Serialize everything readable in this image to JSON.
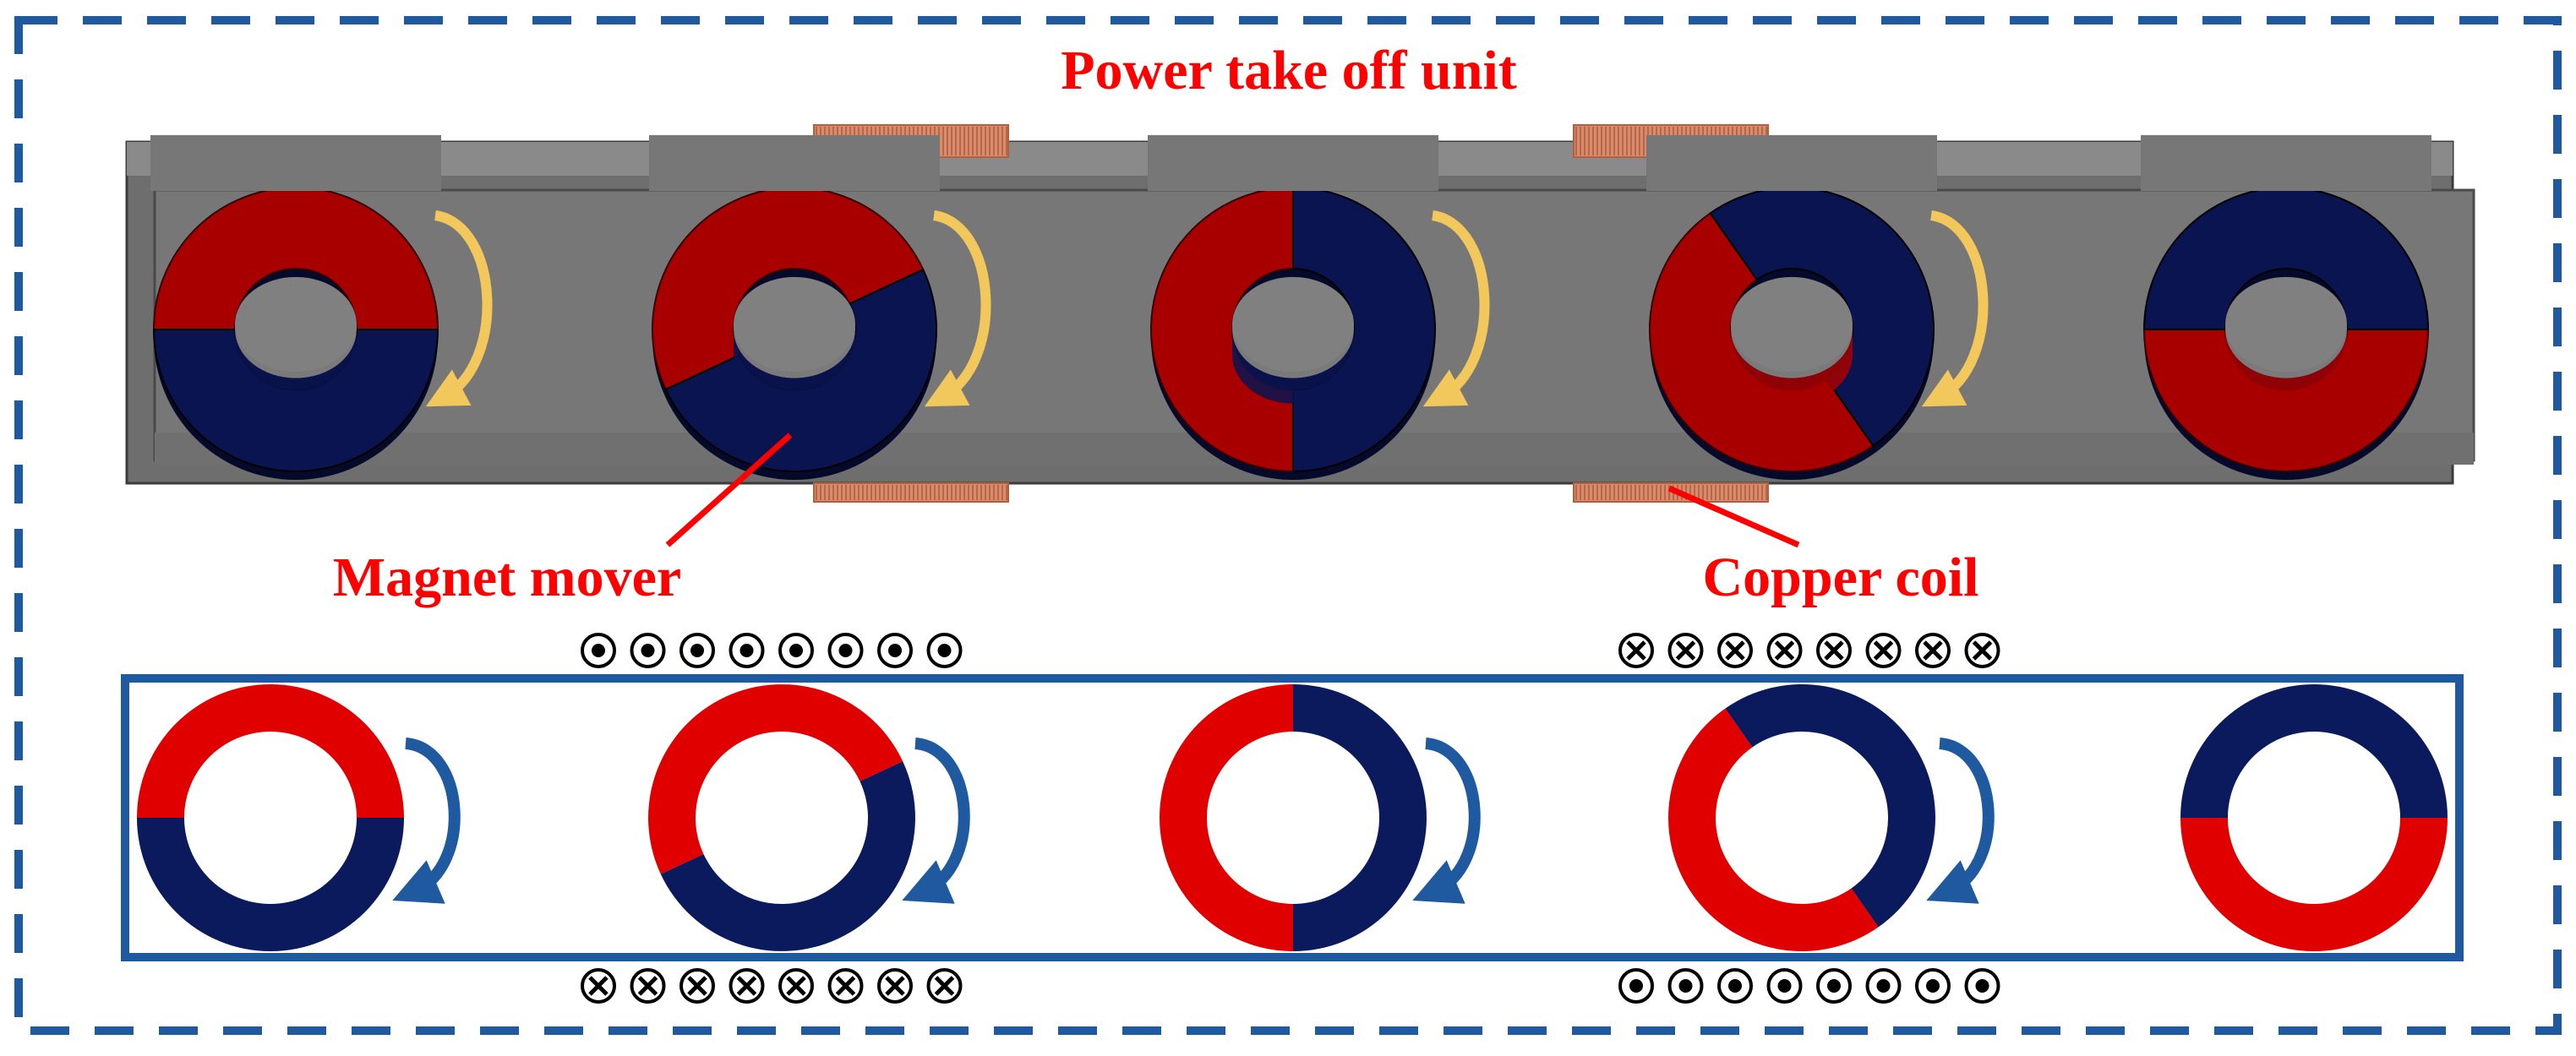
{
  "labels": {
    "power_take_off_unit": "Power take off unit",
    "magnet_mover": "Magnet mover",
    "copper_coil": "Copper coil"
  },
  "colors": {
    "frame_border": "#1f5aa0",
    "label_red": "#ff0000",
    "housing": "#7a7a7a",
    "coil": "#d98b6c",
    "magnet_red": "#a80000",
    "magnet_navy": "#0a1450",
    "ring_red": "#e00000",
    "ring_navy": "#0b1a5c",
    "arrow_yellow": "#f2c75c",
    "arrow_blue": "#1f5aa0"
  },
  "magnet_split_angles_deg": [
    0,
    25,
    90,
    125,
    180
  ],
  "coil_symbols": {
    "top_left": "dot",
    "top_right": "cross",
    "bottom_left": "cross",
    "bottom_right": "dot"
  }
}
